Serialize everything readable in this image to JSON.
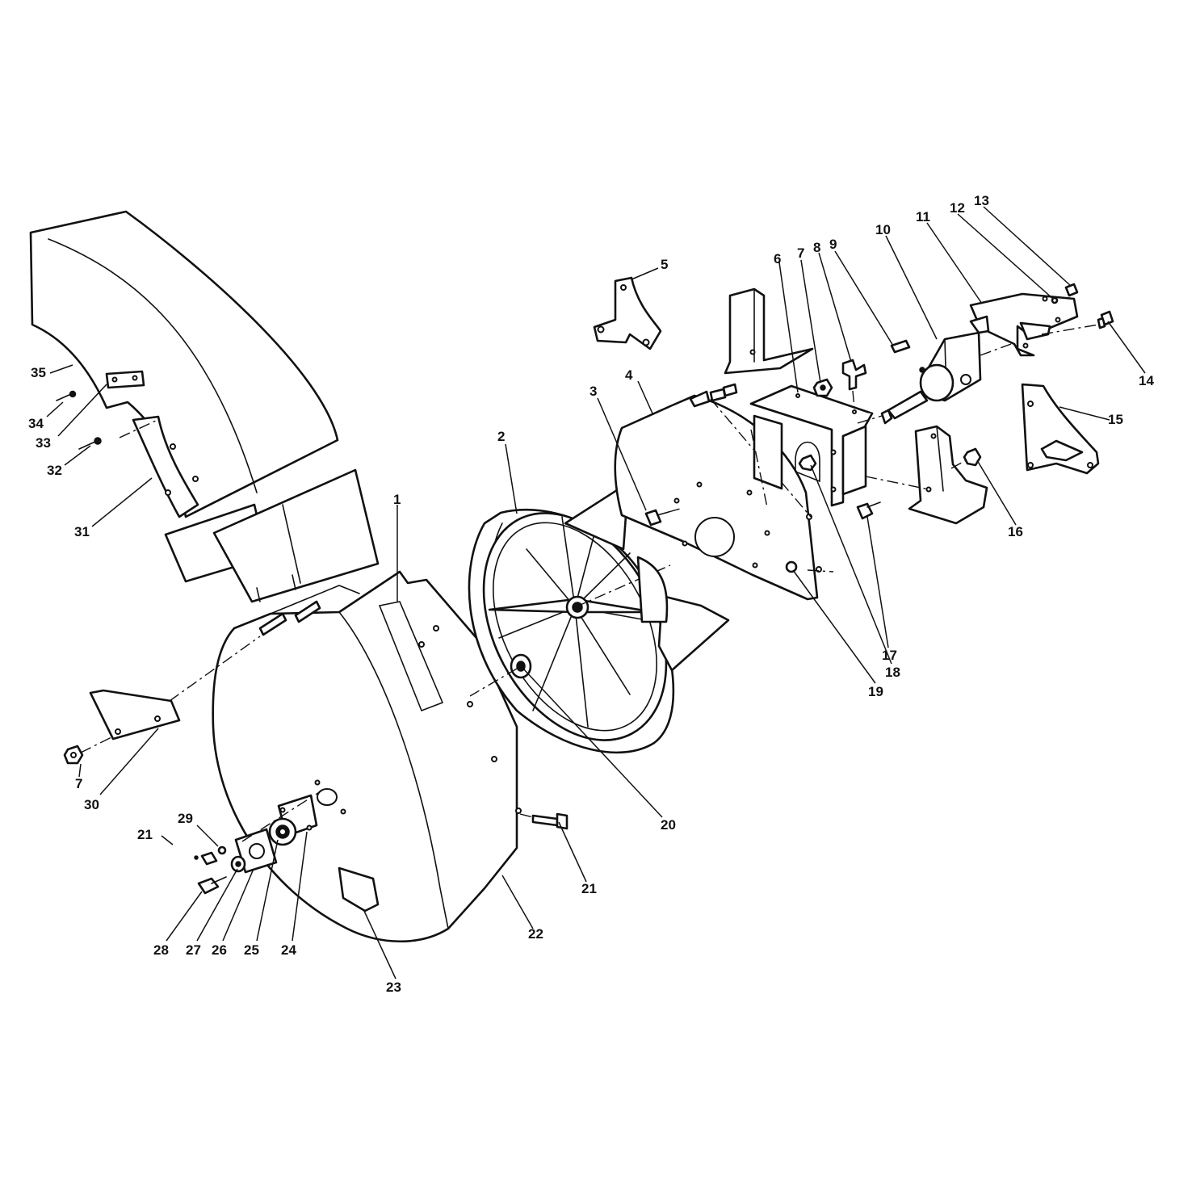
{
  "callouts": [
    {
      "id": "1",
      "text": "1"
    },
    {
      "id": "2",
      "text": "2"
    },
    {
      "id": "3",
      "text": "3"
    },
    {
      "id": "4",
      "text": "4"
    },
    {
      "id": "5",
      "text": "5"
    },
    {
      "id": "6",
      "text": "6"
    },
    {
      "id": "7a",
      "text": "7"
    },
    {
      "id": "7b",
      "text": "7"
    },
    {
      "id": "8",
      "text": "8"
    },
    {
      "id": "9",
      "text": "9"
    },
    {
      "id": "10",
      "text": "10"
    },
    {
      "id": "11",
      "text": "11"
    },
    {
      "id": "12",
      "text": "12"
    },
    {
      "id": "13",
      "text": "13"
    },
    {
      "id": "14",
      "text": "14"
    },
    {
      "id": "15",
      "text": "15"
    },
    {
      "id": "16",
      "text": "16"
    },
    {
      "id": "17",
      "text": "17"
    },
    {
      "id": "18",
      "text": "18"
    },
    {
      "id": "19",
      "text": "19"
    },
    {
      "id": "20",
      "text": "20"
    },
    {
      "id": "21a",
      "text": "21"
    },
    {
      "id": "21b",
      "text": "21"
    },
    {
      "id": "22",
      "text": "22"
    },
    {
      "id": "23",
      "text": "23"
    },
    {
      "id": "24",
      "text": "24"
    },
    {
      "id": "25",
      "text": "25"
    },
    {
      "id": "26",
      "text": "26"
    },
    {
      "id": "27",
      "text": "27"
    },
    {
      "id": "28",
      "text": "28"
    },
    {
      "id": "29",
      "text": "29"
    },
    {
      "id": "30",
      "text": "30"
    },
    {
      "id": "31",
      "text": "31"
    },
    {
      "id": "32",
      "text": "32"
    },
    {
      "id": "33",
      "text": "33"
    },
    {
      "id": "34",
      "text": "34"
    },
    {
      "id": "35",
      "text": "35"
    }
  ]
}
